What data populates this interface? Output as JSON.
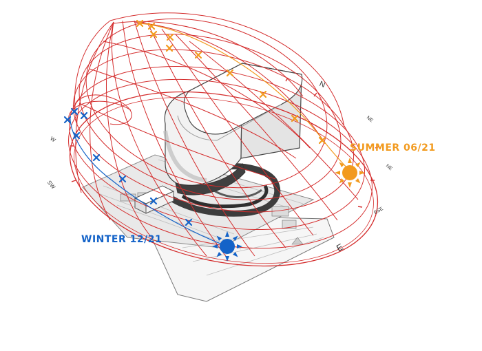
{
  "labels": {
    "summer": "SUMMER 06/21",
    "winter": "WINTER 12/21"
  },
  "compass": {
    "n": "N",
    "ne_upper": "NE",
    "ne_lower": "NE",
    "ese": "ESE",
    "e": "E",
    "w": "W",
    "sw": "SW"
  },
  "colors": {
    "summer": "#f29a1e",
    "winter": "#1463c8",
    "grid": "#d42c2c",
    "building": "#f4f4f4"
  },
  "icons": {
    "summer_marker": "sun-icon",
    "winter_marker": "sun-icon",
    "hour_marker": "cross-icon"
  }
}
